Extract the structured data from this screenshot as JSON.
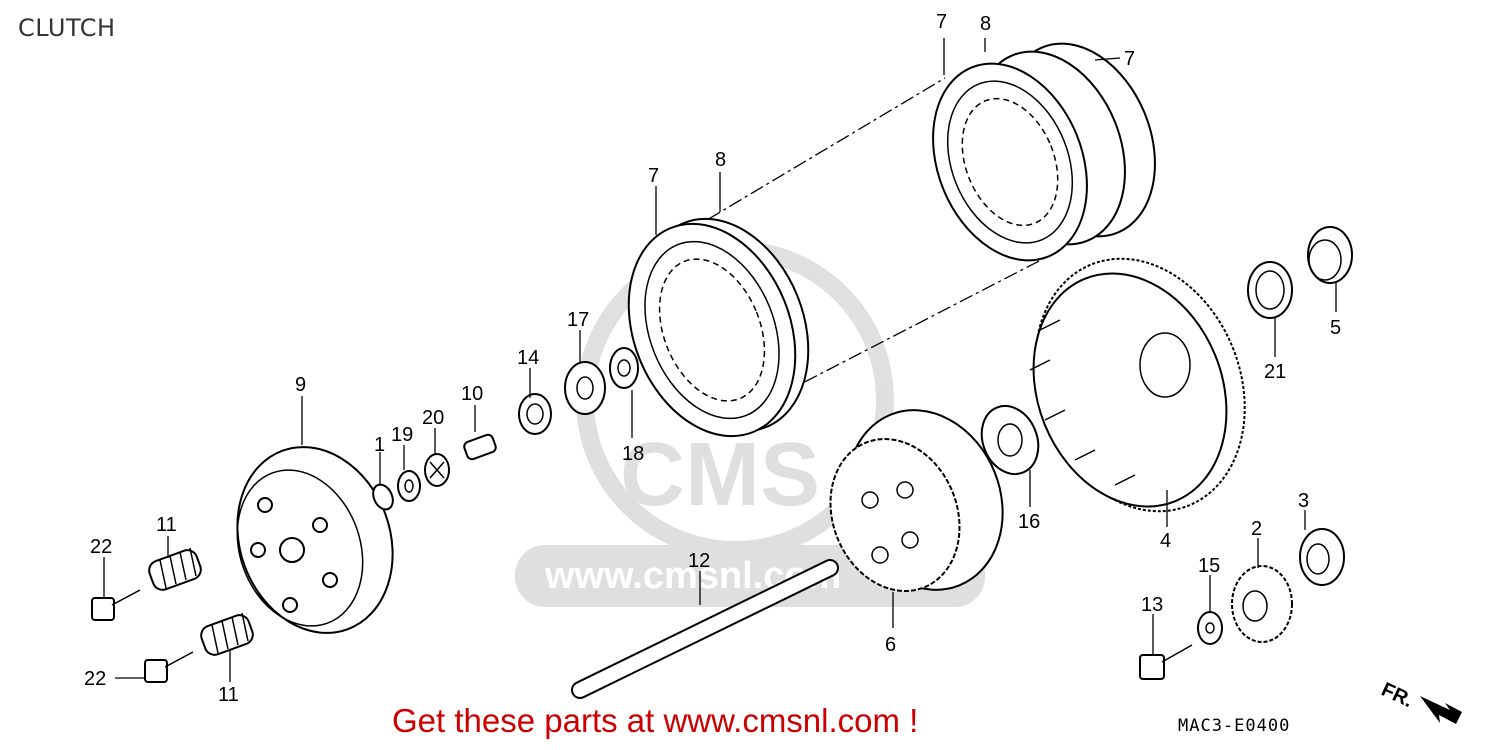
{
  "diagram": {
    "title": "CLUTCH",
    "promo_text": "Get these parts at www.cmsnl.com !",
    "drawing_code": "MAC3-E0400",
    "watermark_text": "CMS",
    "watermark_url": "www.cmsnl.com",
    "front_arrow_label": "FR.",
    "callouts": [
      {
        "id": "c7a",
        "label": "7"
      },
      {
        "id": "c8a",
        "label": "8"
      },
      {
        "id": "c7b",
        "label": "7"
      },
      {
        "id": "c7c",
        "label": "7"
      },
      {
        "id": "c8b",
        "label": "8"
      },
      {
        "id": "c17",
        "label": "17"
      },
      {
        "id": "c14",
        "label": "14"
      },
      {
        "id": "c18",
        "label": "18"
      },
      {
        "id": "c10",
        "label": "10"
      },
      {
        "id": "c20",
        "label": "20"
      },
      {
        "id": "c19",
        "label": "19"
      },
      {
        "id": "c1",
        "label": "1"
      },
      {
        "id": "c9",
        "label": "9"
      },
      {
        "id": "c5",
        "label": "5"
      },
      {
        "id": "c21",
        "label": "21"
      },
      {
        "id": "c16",
        "label": "16"
      },
      {
        "id": "c4",
        "label": "4"
      },
      {
        "id": "c3",
        "label": "3"
      },
      {
        "id": "c2",
        "label": "2"
      },
      {
        "id": "c15",
        "label": "15"
      },
      {
        "id": "c13",
        "label": "13"
      },
      {
        "id": "c6",
        "label": "6"
      },
      {
        "id": "c12",
        "label": "12"
      },
      {
        "id": "c11a",
        "label": "11"
      },
      {
        "id": "c11b",
        "label": "11"
      },
      {
        "id": "c22a",
        "label": "22"
      },
      {
        "id": "c22b",
        "label": "22"
      }
    ]
  }
}
